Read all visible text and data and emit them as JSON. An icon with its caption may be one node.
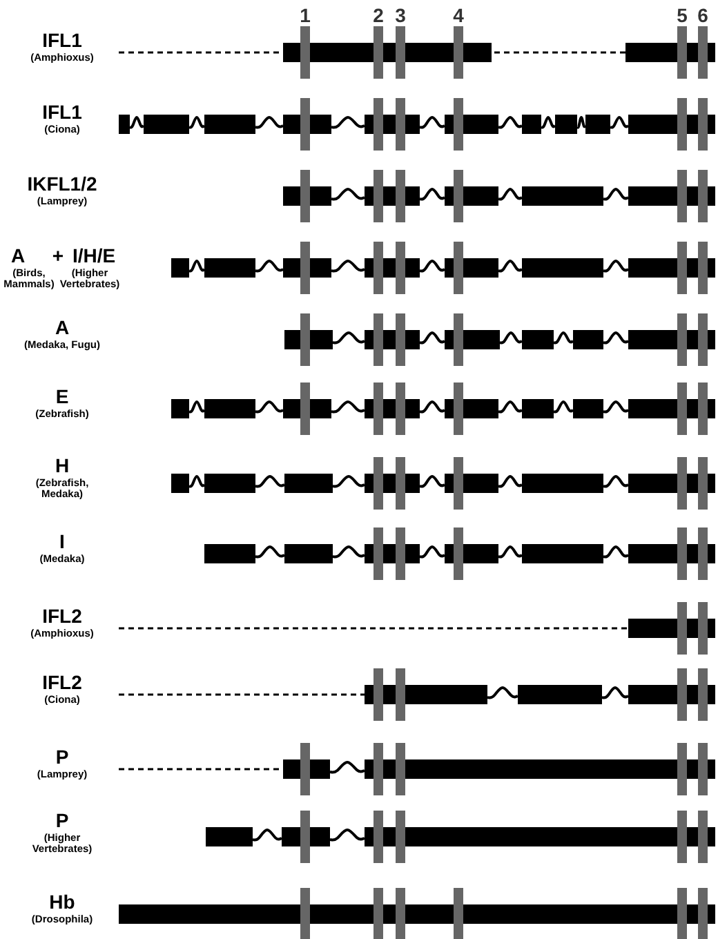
{
  "diagram": {
    "labels": [
      "1",
      "2",
      "3",
      "4",
      "5",
      "6",
      "IFL1",
      "(Amphioxus)",
      "IFL1",
      "(Ciona)",
      "IKFL1/2",
      "(Lamprey)",
      "A",
      "+",
      "I/H/E",
      "(Birds, Mammals)",
      "(Higher Vertebrates)",
      "A",
      "(Medaka, Fugu)",
      "E",
      "(Zebrafish)",
      "H",
      "(Zebrafish, Medaka)",
      "I",
      "(Medaka)",
      "IFL2",
      "(Amphioxus)",
      "IFL2",
      "(Ciona)",
      "P",
      "(Lamprey)",
      "P",
      "(Higher Vertebrates)",
      "Hb",
      "(Drosophila)"
    ]
  }
}
